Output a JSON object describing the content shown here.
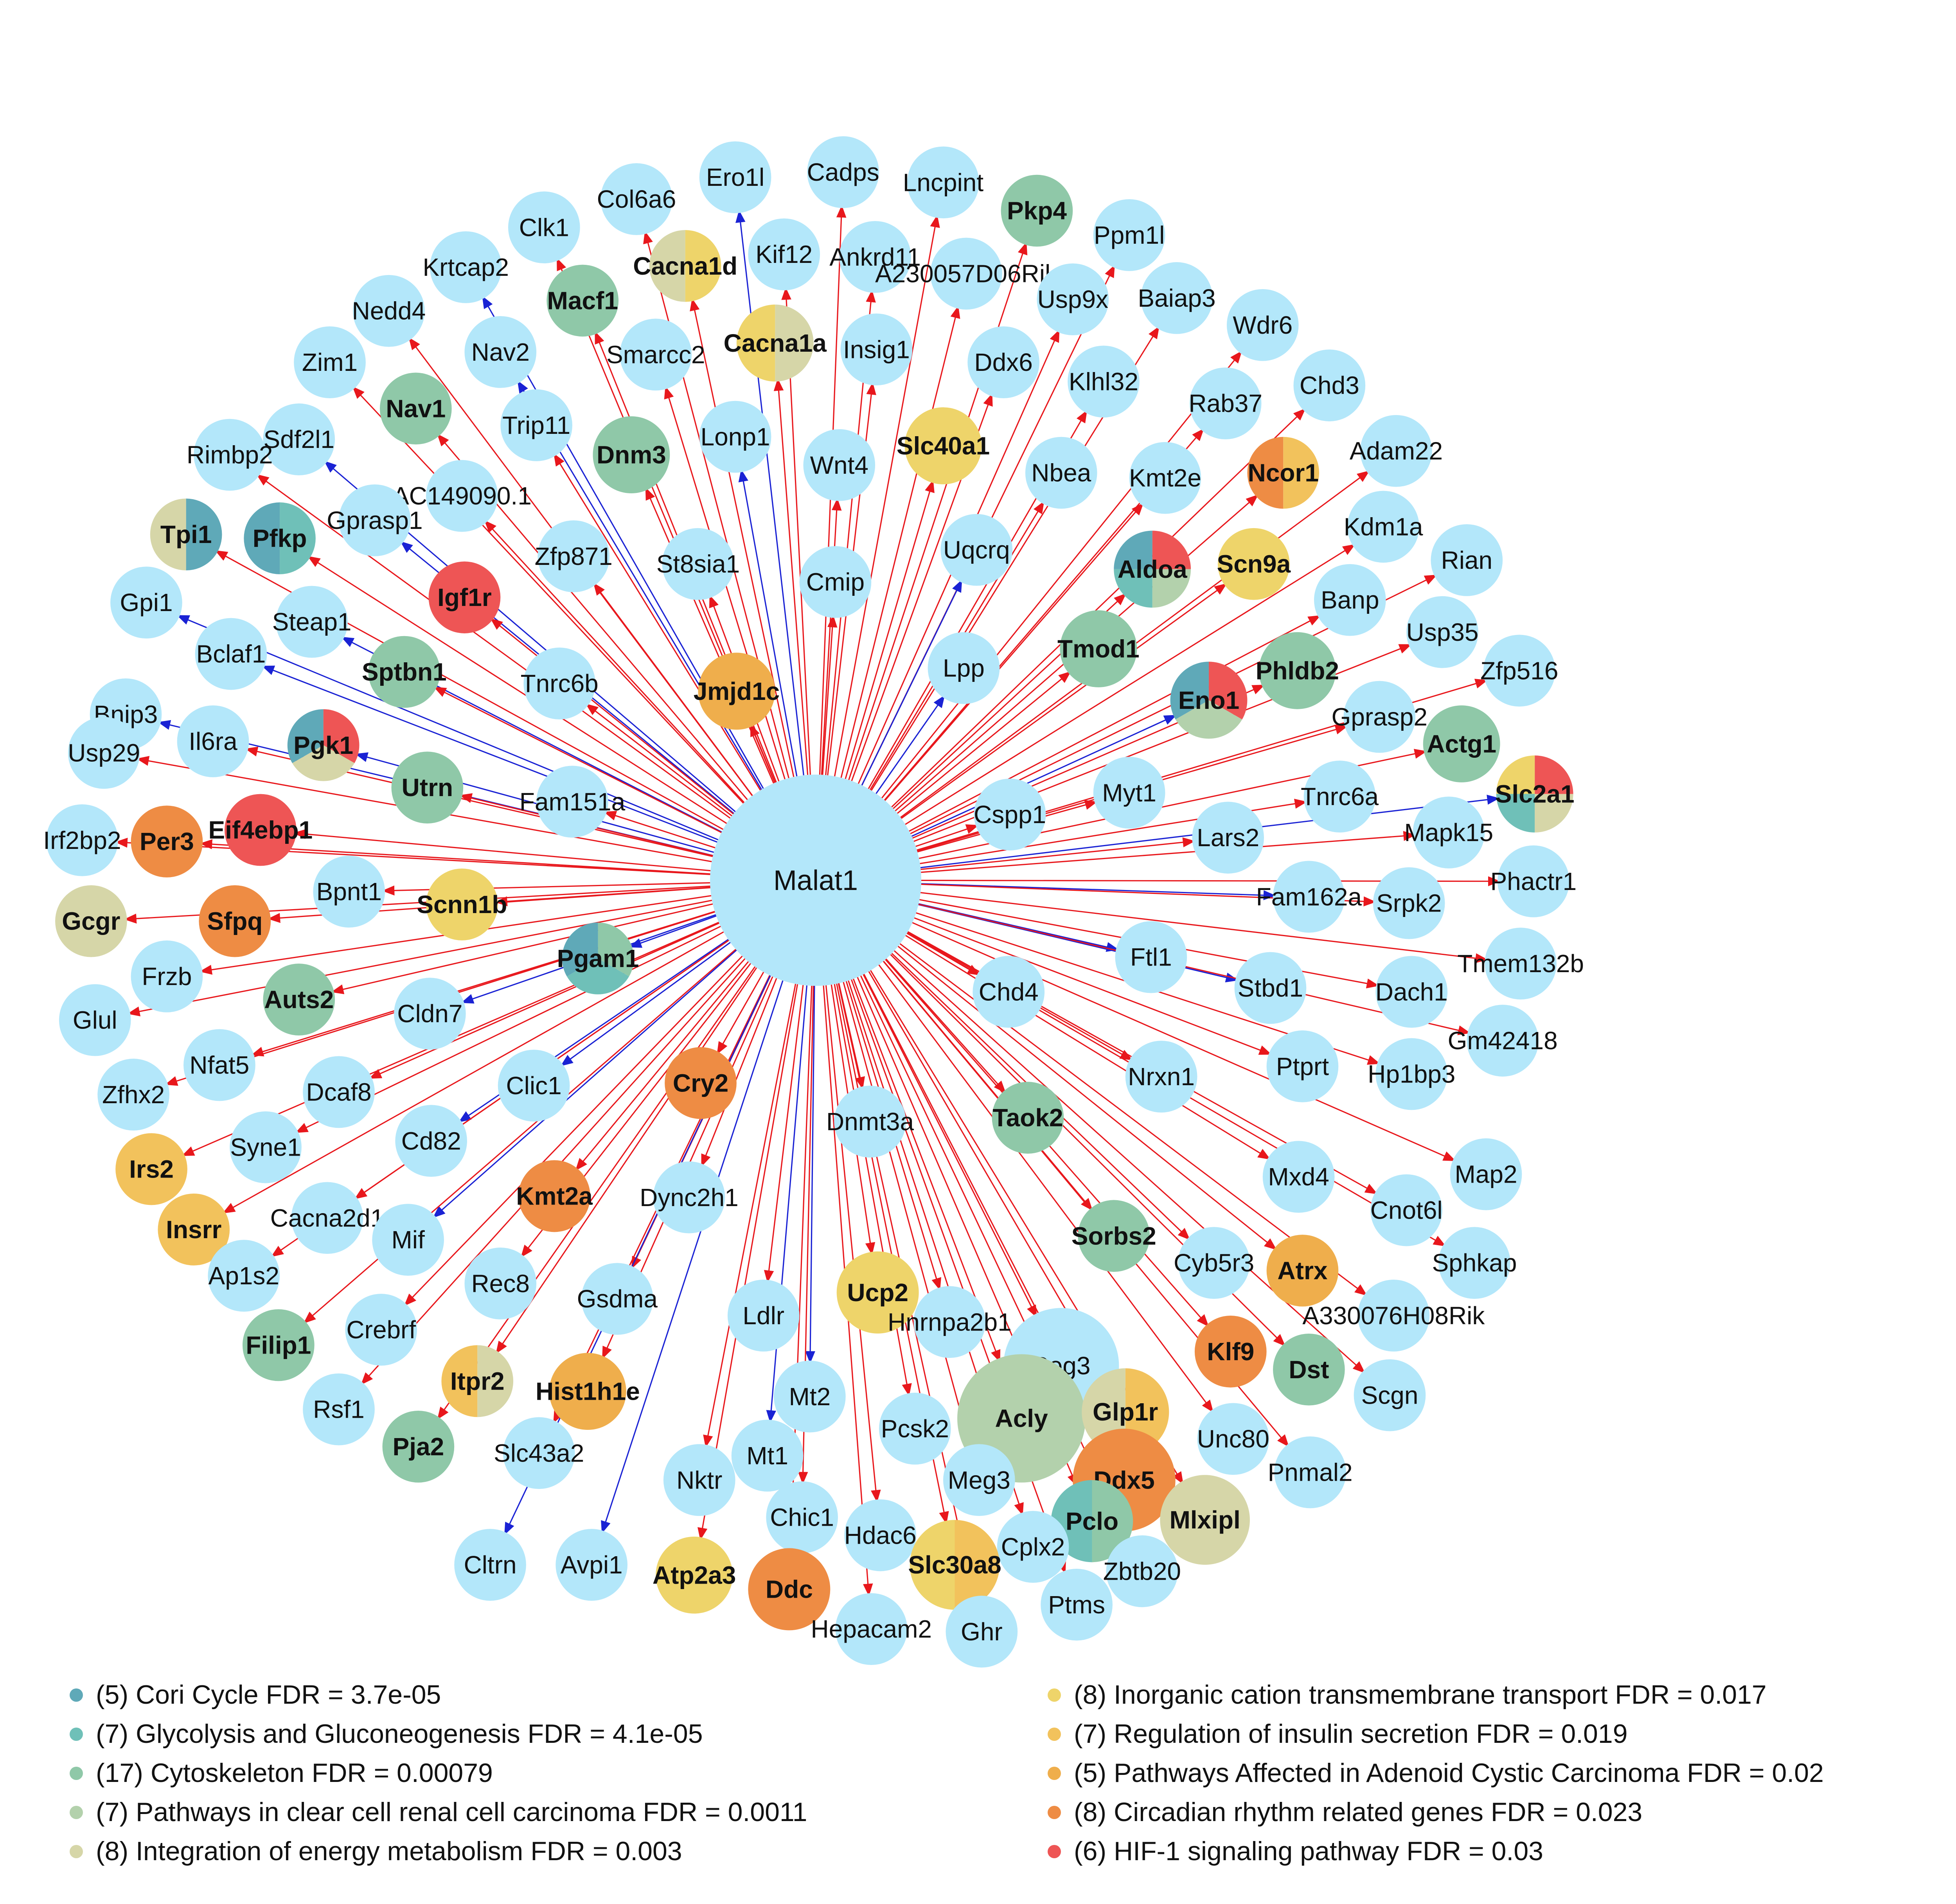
{
  "hub": "Malat1",
  "colors": {
    "node": "#b3e7fa",
    "edge_up": "#e8171c",
    "edge_down": "#1a22d4"
  },
  "legend": [
    {
      "label": "(5) Cori Cycle FDR = 3.7e-05",
      "color": "#5fa9b8"
    },
    {
      "label": "(7) Glycolysis and Gluconeogenesis FDR = 4.1e-05",
      "color": "#6fc0b8"
    },
    {
      "label": "(17) Cytoskeleton FDR = 0.00079",
      "color": "#8fc8a8"
    },
    {
      "label": "(7) Pathways in clear cell renal cell carcinoma FDR = 0.0011",
      "color": "#b3d1ac"
    },
    {
      "label": "(8) Integration of energy metabolism FDR = 0.003",
      "color": "#d6d6a8"
    },
    {
      "label": "(8) Inorganic cation transmembrane transport FDR = 0.017",
      "color": "#eed46a"
    },
    {
      "label": "(7) Regulation of insulin secretion FDR = 0.019",
      "color": "#f2c25c"
    },
    {
      "label": "(5) Pathways Affected in Adenoid Cystic Carcinoma FDR = 0.02",
      "color": "#efae4c"
    },
    {
      "label": "(8) Circadian rhythm related genes FDR = 0.023",
      "color": "#ee8c44"
    },
    {
      "label": "(6) HIF-1 signaling pathway FDR = 0.03",
      "color": "#ee5555"
    }
  ],
  "nodes": [
    {
      "label": "Ero1l",
      "edge": "down"
    },
    {
      "label": "Cadps"
    },
    {
      "label": "Lncpint"
    },
    {
      "label": "Pkp4",
      "bold": true,
      "fill": "cyto"
    },
    {
      "label": "Ppm1l"
    },
    {
      "label": "Col6a6"
    },
    {
      "label": "Clk1"
    },
    {
      "label": "Kif12"
    },
    {
      "label": "Ankrd11"
    },
    {
      "label": "Cacna1d",
      "bold": true,
      "fill": [
        "cation",
        "energy"
      ]
    },
    {
      "label": "A230057D06Rik"
    },
    {
      "label": "Krtcap2",
      "edge": "down"
    },
    {
      "label": "Macf1",
      "bold": true,
      "fill": "cyto"
    },
    {
      "label": "Usp9x"
    },
    {
      "label": "Baiap3"
    },
    {
      "label": "Nedd4"
    },
    {
      "label": "Wdr6"
    },
    {
      "label": "Cacna1a",
      "bold": true,
      "fill": [
        "energy",
        "cation"
      ]
    },
    {
      "label": "Smarcc2"
    },
    {
      "label": "Insig1"
    },
    {
      "label": "Zim1"
    },
    {
      "label": "Nav2",
      "edge": "down"
    },
    {
      "label": "Ddx6"
    },
    {
      "label": "Klhl32"
    },
    {
      "label": "Chd3"
    },
    {
      "label": "Rab37"
    },
    {
      "label": "Nav1",
      "bold": true,
      "fill": "cyto"
    },
    {
      "label": "Trip11"
    },
    {
      "label": "Lonp1",
      "edge": "down"
    },
    {
      "label": "Slc40a1",
      "bold": true,
      "fill": "cation"
    },
    {
      "label": "Sdf2l1",
      "edge": "down"
    },
    {
      "label": "Adam22"
    },
    {
      "label": "Dnm3",
      "bold": true,
      "fill": "cyto"
    },
    {
      "label": "Wnt4"
    },
    {
      "label": "Ncor1",
      "bold": true,
      "fill": [
        "insulin",
        "circadian"
      ]
    },
    {
      "label": "Rimbp2"
    },
    {
      "label": "Nbea"
    },
    {
      "label": "Kmt2e"
    },
    {
      "label": "AC149090.1"
    },
    {
      "label": "Kdm1a"
    },
    {
      "label": "Tpi1",
      "bold": true,
      "fill": [
        "cori",
        "energy"
      ]
    },
    {
      "label": "Pfkp",
      "bold": true,
      "fill": [
        "glyco",
        "cori"
      ]
    },
    {
      "label": "Gprasp1",
      "edge": "down"
    },
    {
      "label": "Rian"
    },
    {
      "label": "Uqcrq",
      "edge": "down"
    },
    {
      "label": "Zfp871"
    },
    {
      "label": "St8sia1"
    },
    {
      "label": "Scn9a",
      "bold": true,
      "fill": "cation"
    },
    {
      "label": "Aldoa",
      "bold": true,
      "fill": [
        "hif",
        "ccrcc",
        "glyco",
        "cori"
      ]
    },
    {
      "label": "Cmip"
    },
    {
      "label": "Igf1r",
      "bold": true,
      "fill": "hif"
    },
    {
      "label": "Gpi1",
      "edge": "down"
    },
    {
      "label": "Banp"
    },
    {
      "label": "Usp35"
    },
    {
      "label": "Steap1",
      "edge": "down"
    },
    {
      "label": "Tmod1",
      "bold": true,
      "fill": "cyto"
    },
    {
      "label": "Bclaf1",
      "edge": "down"
    },
    {
      "label": "Zfp516"
    },
    {
      "label": "Lpp",
      "edge": "down"
    },
    {
      "label": "Phldb2",
      "bold": true,
      "fill": "cyto"
    },
    {
      "label": "Jmjd1c",
      "bold": true,
      "fill": "acc"
    },
    {
      "label": "Sptbn1",
      "bold": true,
      "fill": "cyto"
    },
    {
      "label": "Tnrc6b"
    },
    {
      "label": "Bnip3",
      "edge": "down"
    },
    {
      "label": "Eno1",
      "bold": true,
      "fill": [
        "hif",
        "ccrcc",
        "cori"
      ],
      "edge": "down"
    },
    {
      "label": "Gprasp2"
    },
    {
      "label": "Actg1",
      "bold": true,
      "fill": "cyto"
    },
    {
      "label": "Il6ra"
    },
    {
      "label": "Pgk1",
      "bold": true,
      "fill": [
        "hif",
        "energy",
        "cori"
      ],
      "edge": "down"
    },
    {
      "label": "Usp29"
    },
    {
      "label": "Utrn",
      "bold": true,
      "fill": "cyto"
    },
    {
      "label": "Slc2a1",
      "bold": true,
      "fill": [
        "hif",
        "energy",
        "glyco",
        "cation"
      ],
      "edge": "down"
    },
    {
      "label": "Myt1"
    },
    {
      "label": "Tnrc6a"
    },
    {
      "label": "Fam151a"
    },
    {
      "label": "Cspp1"
    },
    {
      "label": "Mapk15"
    },
    {
      "label": "Irf2bp2"
    },
    {
      "label": "Per3",
      "bold": true,
      "fill": "circadian"
    },
    {
      "label": "Eif4ebp1",
      "bold": true,
      "fill": "hif"
    },
    {
      "label": "Lars2"
    },
    {
      "label": "Phactr1"
    },
    {
      "label": "Bpnt1"
    },
    {
      "label": "Scnn1b",
      "bold": true,
      "fill": "cation"
    },
    {
      "label": "Fam162a",
      "edge": "down"
    },
    {
      "label": "Gcgr",
      "bold": true,
      "fill": "energy"
    },
    {
      "label": "Sfpq",
      "bold": true,
      "fill": "circadian"
    },
    {
      "label": "Srpk2"
    },
    {
      "label": "Pgam1",
      "bold": true,
      "fill": [
        "cyto",
        "glyco",
        "cori"
      ],
      "edge": "down"
    },
    {
      "label": "Ftl1",
      "edge": "down"
    },
    {
      "label": "Tmem132b"
    },
    {
      "label": "Frzb"
    },
    {
      "label": "Auts2",
      "bold": true,
      "fill": "cyto"
    },
    {
      "label": "Stbd1",
      "edge": "down"
    },
    {
      "label": "Dach1"
    },
    {
      "label": "Chd4"
    },
    {
      "label": "Glul"
    },
    {
      "label": "Cldn7",
      "edge": "down"
    },
    {
      "label": "Gm42418"
    },
    {
      "label": "Nfat5"
    },
    {
      "label": "Ptprt"
    },
    {
      "label": "Hp1bp3"
    },
    {
      "label": "Nrxn1"
    },
    {
      "label": "Clic1",
      "edge": "down"
    },
    {
      "label": "Dcaf8"
    },
    {
      "label": "Cry2",
      "bold": true,
      "fill": "circadian"
    },
    {
      "label": "Zfhx2"
    },
    {
      "label": "Dnmt3a"
    },
    {
      "label": "Taok2",
      "bold": true,
      "fill": "cyto"
    },
    {
      "label": "Syne1"
    },
    {
      "label": "Cd82",
      "edge": "down"
    },
    {
      "label": "Irs2",
      "bold": true,
      "fill": "insulin"
    },
    {
      "label": "Mxd4"
    },
    {
      "label": "Map2"
    },
    {
      "label": "Kmt2a",
      "bold": true,
      "fill": "circadian"
    },
    {
      "label": "Dync2h1"
    },
    {
      "label": "Cnot6l"
    },
    {
      "label": "Cacna2d1"
    },
    {
      "label": "Insrr",
      "bold": true,
      "fill": "insulin"
    },
    {
      "label": "Mif",
      "edge": "down"
    },
    {
      "label": "Sorbs2",
      "bold": true,
      "fill": "cyto"
    },
    {
      "label": "Cyb5r3"
    },
    {
      "label": "Sphkap"
    },
    {
      "label": "Ap1s2"
    },
    {
      "label": "Atrx",
      "bold": true,
      "fill": "acc"
    },
    {
      "label": "Rec8"
    },
    {
      "label": "Gsdma"
    },
    {
      "label": "Ucp2",
      "bold": true,
      "fill": "cation"
    },
    {
      "label": "Ldlr"
    },
    {
      "label": "A330076H08Rik"
    },
    {
      "label": "Crebrf"
    },
    {
      "label": "Hnrnpa2b1"
    },
    {
      "label": "Filip1",
      "bold": true,
      "fill": "cyto"
    },
    {
      "label": "Klf9",
      "bold": true,
      "fill": "circadian"
    },
    {
      "label": "Peg3",
      "fill": "node"
    },
    {
      "label": "Dst",
      "bold": true,
      "fill": "cyto"
    },
    {
      "label": "Itpr2",
      "bold": true,
      "fill": [
        "energy",
        "insulin"
      ]
    },
    {
      "label": "Mt2",
      "edge": "down"
    },
    {
      "label": "Acly",
      "bold": true,
      "fill": "ccrcc"
    },
    {
      "label": "Glp1r",
      "bold": true,
      "fill": [
        "insulin",
        "energy"
      ]
    },
    {
      "label": "Rsf1"
    },
    {
      "label": "Hist1h1e",
      "bold": true,
      "fill": "acc"
    },
    {
      "label": "Scgn"
    },
    {
      "label": "Pcsk2"
    },
    {
      "label": "Unc80"
    },
    {
      "label": "Pja2",
      "bold": true,
      "fill": "cyto"
    },
    {
      "label": "Slc43a2"
    },
    {
      "label": "Mt1",
      "edge": "down"
    },
    {
      "label": "Pnmal2"
    },
    {
      "label": "Nktr"
    },
    {
      "label": "Meg3"
    },
    {
      "label": "Ddx5",
      "bold": true,
      "fill": "circadian"
    },
    {
      "label": "Chic1"
    },
    {
      "label": "Mlxipl",
      "bold": true,
      "fill": "energy"
    },
    {
      "label": "Pclo",
      "bold": true,
      "fill": [
        "cyto",
        "glyco"
      ]
    },
    {
      "label": "Hdac6"
    },
    {
      "label": "Cplx2"
    },
    {
      "label": "Cltrn",
      "edge": "down"
    },
    {
      "label": "Avpi1",
      "edge": "down"
    },
    {
      "label": "Atp2a3",
      "bold": true,
      "fill": "cation"
    },
    {
      "label": "Ddc",
      "bold": true,
      "fill": "circadian"
    },
    {
      "label": "Slc30a8",
      "bold": true,
      "fill": [
        "insulin",
        "cation"
      ]
    },
    {
      "label": "Zbtb20"
    },
    {
      "label": "Ptms"
    },
    {
      "label": "Hepacam2"
    },
    {
      "label": "Ghr"
    }
  ]
}
